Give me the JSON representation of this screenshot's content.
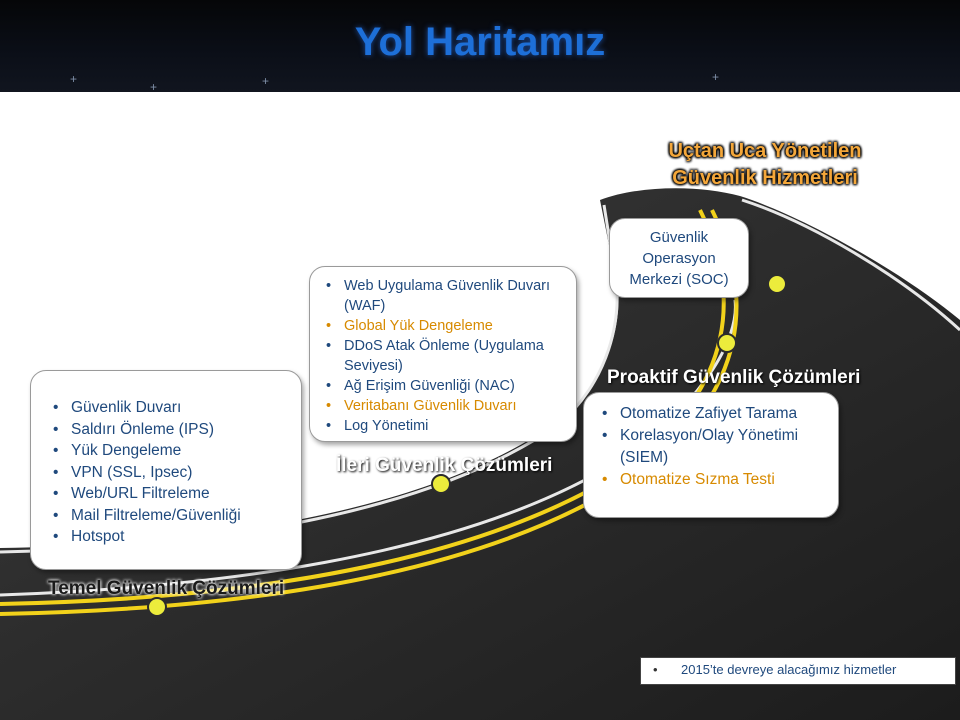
{
  "title": "Yol Haritamız",
  "banner": "Uçtan Uca Yönetilen Güvenlik Hizmetleri",
  "sections": {
    "temel": {
      "label": "Temel Güvenlik Çözümleri",
      "items": [
        {
          "text": "Güvenlik Duvarı",
          "color": "#1f497d"
        },
        {
          "text": "Saldırı Önleme (IPS)",
          "color": "#1f497d"
        },
        {
          "text": "Yük Dengeleme",
          "color": "#1f497d"
        },
        {
          "text": "VPN (SSL, Ipsec)",
          "color": "#1f497d"
        },
        {
          "text": "Web/URL Filtreleme",
          "color": "#1f497d"
        },
        {
          "text": "Mail Filtreleme/Güvenliği",
          "color": "#1f497d"
        },
        {
          "text": "Hotspot",
          "color": "#1f497d"
        }
      ]
    },
    "ileri": {
      "label": "İleri Güvenlik Çözümleri",
      "items": [
        {
          "text": "Web Uygulama Güvenlik Duvarı (WAF)",
          "color": "#1f497d"
        },
        {
          "text": "Global Yük Dengeleme",
          "color": "#d78a00"
        },
        {
          "text": "DDoS Atak Önleme (Uygulama Seviyesi)",
          "color": "#1f497d"
        },
        {
          "text": "Ağ Erişim Güvenliği (NAC)",
          "color": "#1f497d"
        },
        {
          "text": "Veritabanı Güvenlik Duvarı",
          "color": "#d78a00"
        },
        {
          "text": "Log Yönetimi",
          "color": "#1f497d"
        }
      ]
    },
    "soc": {
      "text": "Güvenlik Operasyon Merkezi (SOC)"
    },
    "proaktif": {
      "label": "Proaktif Güvenlik Çözümleri",
      "items": [
        {
          "text": "Otomatize Zafiyet Tarama",
          "color": "#1f497d"
        },
        {
          "text": "Korelasyon/Olay Yönetimi (SIEM)",
          "color": "#1f497d"
        },
        {
          "text": "Otomatize Sızma Testi",
          "color": "#d78a00"
        }
      ]
    }
  },
  "legend": {
    "text": "2015’te devreye alacağımız hizmetler",
    "color": "#d78a00"
  },
  "colors": {
    "title": "#1d6fd8",
    "road": "#2b2b2b",
    "road_line": "#f2d21b",
    "banner": "#f4a73a"
  }
}
